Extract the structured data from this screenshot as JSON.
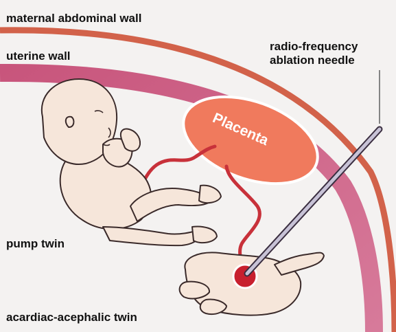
{
  "labels": {
    "maternal_wall": "maternal abdominal wall",
    "uterine_wall": "uterine wall",
    "needle_line1": "radio-frequency",
    "needle_line2": "ablation needle",
    "placenta": "Placenta",
    "pump_twin": "pump twin",
    "acardiac_twin": "acardiac-acephalic twin"
  },
  "colors": {
    "background": "#f4f2f1",
    "maternal_wall": "#d2624a",
    "uterine_wall": "#c96385",
    "placenta": "#f07a5d",
    "umbilical_cord": "#c8313a",
    "fetus_skin": "#f6e6da",
    "fetus_outline": "#3a2a2a",
    "ablation_site": "#c8202e",
    "needle": "#b9b4c8"
  }
}
